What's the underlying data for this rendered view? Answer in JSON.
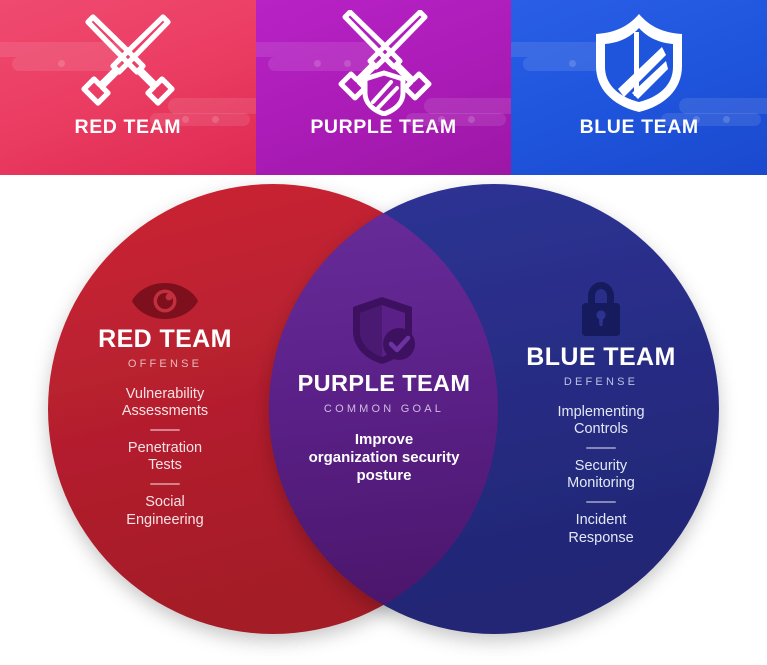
{
  "banner": {
    "panels": [
      {
        "key": "red",
        "label": "RED TEAM",
        "icon": "crossed-swords-icon",
        "bg_top": "#ef4a70",
        "bg_bottom": "#de2a51"
      },
      {
        "key": "purple",
        "label": "PURPLE TEAM",
        "icon": "crossed-swords-shield-icon",
        "bg_top": "#b822c6",
        "bg_bottom": "#9c17a6"
      },
      {
        "key": "blue",
        "label": "BLUE TEAM",
        "icon": "shield-icon",
        "bg_top": "#2a5ee6",
        "bg_bottom": "#1a49ce"
      }
    ]
  },
  "venn": {
    "red": {
      "icon": "eye-icon",
      "title": "RED TEAM",
      "subtitle": "OFFENSE",
      "items": [
        "Vulnerability\nAssessments",
        "Penetration\nTests",
        "Social\nEngineering"
      ],
      "item_lines": [
        [
          "Vulnerability",
          "Assessments"
        ],
        [
          "Penetration",
          "Tests"
        ],
        [
          "Social",
          "Engineering"
        ]
      ],
      "circle_color_top": "#c92232",
      "circle_color_bottom": "#a81c29"
    },
    "purple": {
      "icon": "shield-check-icon",
      "title": "PURPLE  TEAM",
      "subtitle": "COMMON GOAL",
      "body_lines": [
        "Improve",
        "organization security",
        "posture"
      ],
      "overlap_color_top": "#642a93",
      "overlap_color_bottom": "#4e1872"
    },
    "blue": {
      "icon": "padlock-icon",
      "title": "BLUE TEAM",
      "subtitle": "DEFENSE",
      "items": [
        "Implementing\nControls",
        "Security\nMonitoring",
        "Incident\nResponse"
      ],
      "item_lines": [
        [
          "Implementing",
          "Controls"
        ],
        [
          "Security",
          "Monitoring"
        ],
        [
          "Incident",
          "Response"
        ]
      ],
      "circle_color_top": "#2d3290",
      "circle_color_bottom": "#232878"
    }
  }
}
